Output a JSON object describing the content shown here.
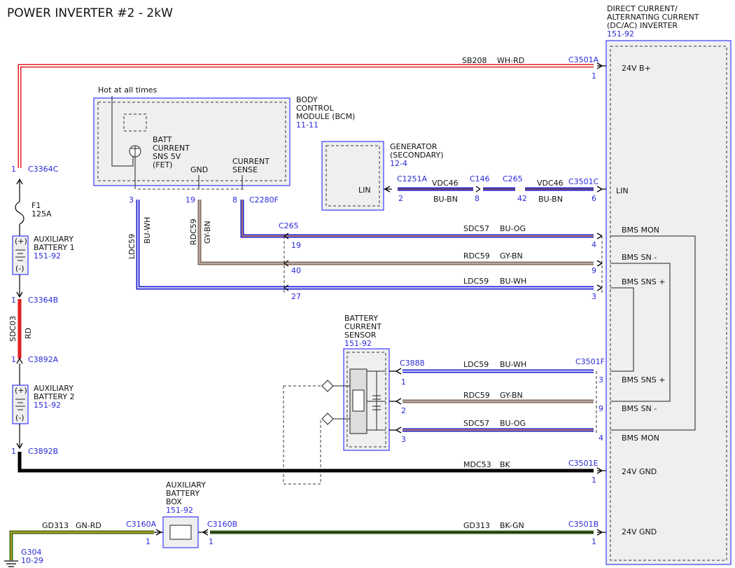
{
  "title": "POWER INVERTER #2 - 2kW",
  "modules": {
    "dcac": {
      "lines": [
        "DIRECT CURRENT/",
        "ALTERNATING CURRENT",
        "(DC/AC) INVERTER"
      ],
      "ref": "151-92"
    },
    "bcm": {
      "lines": [
        "BODY",
        "CONTROL",
        "MODULE (BCM)"
      ],
      "ref": "11-11"
    },
    "generator": {
      "lines": [
        "GENERATOR",
        "(SECONDARY)"
      ],
      "ref": "12-4"
    },
    "bcs": {
      "lines": [
        "BATTERY",
        "CURRENT",
        "SENSOR"
      ],
      "ref": "151-92"
    },
    "aux_box": {
      "lines": [
        "AUXILIARY",
        "BATTERY",
        "BOX"
      ],
      "ref": "151-92"
    },
    "aux_batt1": {
      "lines": [
        "AUXILIARY",
        "BATTERY 1"
      ],
      "ref": "151-92"
    },
    "aux_batt2": {
      "lines": [
        "AUXILIARY",
        "BATTERY 2"
      ],
      "ref": "151-92"
    }
  },
  "bcm_internal": {
    "hot": "Hot at all times",
    "batt_lines": [
      "BATT",
      "CURRENT",
      "SNS 5V",
      "(FET)"
    ],
    "gnd": "GND",
    "cs_lines": [
      "CURRENT",
      "SENSE"
    ],
    "pins": [
      "3",
      "19",
      "8"
    ],
    "connector": "C2280F"
  },
  "generator_pin": "LIN",
  "inverter_pins": [
    "24V B+",
    "LIN",
    "BMS MON",
    "BMS SN -",
    "BMS SNS +",
    "BMS SNS +",
    "BMS SN -",
    "BMS MON",
    "24V GND",
    "24V GND"
  ],
  "wires": {
    "sb208": {
      "circuit": "SB208",
      "color": "WH-RD",
      "connector": "C3501A",
      "pin": "1"
    },
    "lin": {
      "c1251a": "C1251A",
      "pin_left": "2",
      "circuit1": "VDC46",
      "color1": "BU-BN",
      "c146": "C146",
      "pin_c146": "8",
      "c265": "C265",
      "pin_c265": "42",
      "circuit2": "VDC46",
      "color2": "BU-BN",
      "connector": "C3501C",
      "pin_right": "6"
    },
    "c265_connector": "C265",
    "sdc57": {
      "circuit": "SDC57",
      "color": "BU-OG",
      "pin_left": "19",
      "pin_right": "4"
    },
    "rdc59": {
      "circuit": "RDC59",
      "color": "GY-BN",
      "pin_left": "40",
      "pin_right": "9"
    },
    "ldc59": {
      "circuit": "LDC59",
      "color": "BU-WH",
      "pin_left": "27",
      "pin_right": "3"
    },
    "vert_ldc": {
      "circuit": "LDC59",
      "color": "BU-WH"
    },
    "vert_rdc": {
      "circuit": "RDC59",
      "color": "GY-BN"
    },
    "c3888": "C3888",
    "c3501f": "C3501F",
    "sensor_ldc": {
      "circuit": "LDC59",
      "color": "BU-WH",
      "pin_left": "1",
      "pin_right": "3"
    },
    "sensor_rdc": {
      "circuit": "RDC59",
      "color": "GY-BN",
      "pin_left": "2",
      "pin_right": "9"
    },
    "sensor_sdc": {
      "circuit": "SDC57",
      "color": "BU-OG",
      "pin_left": "3",
      "pin_right": "4"
    },
    "mdc53": {
      "circuit": "MDC53",
      "color": "BK",
      "connector": "C3501E",
      "pin": "1"
    },
    "gd313a": {
      "circuit": "GD313",
      "color": "GN-RD",
      "connector": "C3160A",
      "pin": "1"
    },
    "gd313b": {
      "circuit": "GD313",
      "color": "BK-GN",
      "connector": "C3160B",
      "pin": "1",
      "connector_r": "C3501B",
      "pin_r": "1"
    },
    "sdc03": {
      "circuit": "SDC03",
      "color": "RD"
    }
  },
  "left_side": {
    "c3364c": "C3364C",
    "c3364c_pin": "1",
    "fuse": "F1",
    "fuse_rating": "125A",
    "c3364b": "C3364B",
    "c3364b_pin": "1",
    "c3892a": "C3892A",
    "c3892a_pin": "1",
    "c3892b": "C3892B",
    "c3892b_pin": "1",
    "plus": "(+)",
    "minus": "(-)",
    "ground": "G304",
    "ground_ref": "10-29"
  },
  "colors": {
    "blue": "#1f1fd6",
    "red": "#e02020",
    "black": "#000000",
    "gray_brown": "#8a6a5a",
    "green": "#3a6a1a",
    "label_blue": "#2a2ad8"
  }
}
